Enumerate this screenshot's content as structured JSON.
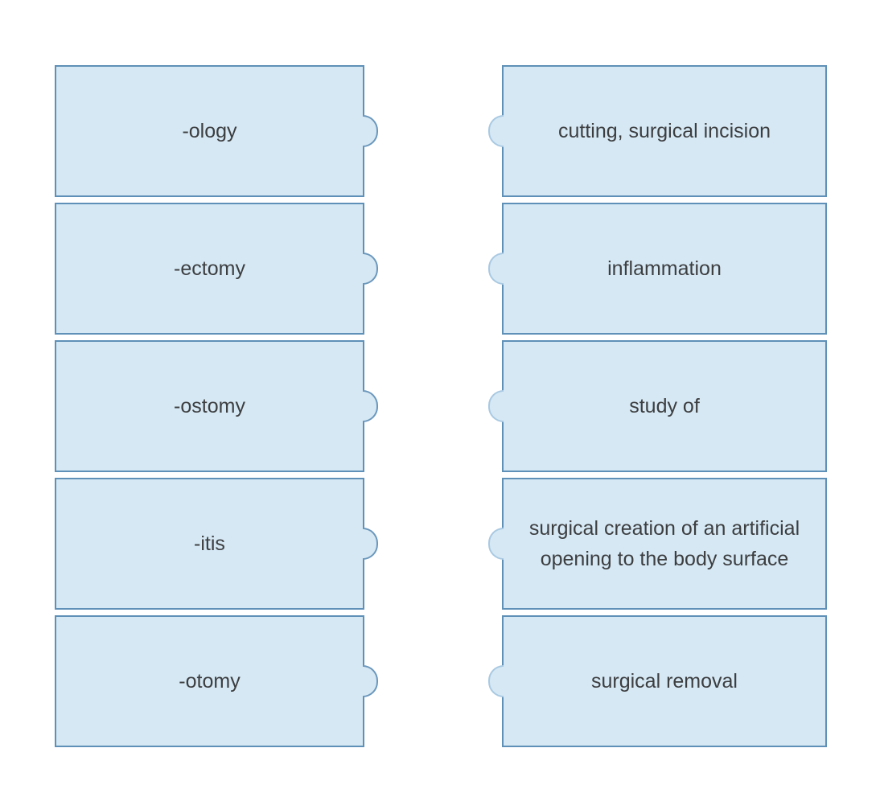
{
  "exercise": {
    "type": "matching-pairs",
    "left_terms": [
      "-ology",
      "-ectomy",
      "-ostomy",
      "-itis",
      "-otomy"
    ],
    "right_definitions": [
      "cutting, surgical incision",
      "inflammation",
      "study of",
      "surgical creation of an artificial opening to the body surface",
      "surgical removal"
    ]
  },
  "colors": {
    "card_fill": "#d5e8f4",
    "card_border": "#5f90b7",
    "left_tab_border": "#6b97bc",
    "right_tab_border": "#a9c9e2",
    "text": "#3d3e40",
    "background": "#ffffff"
  }
}
